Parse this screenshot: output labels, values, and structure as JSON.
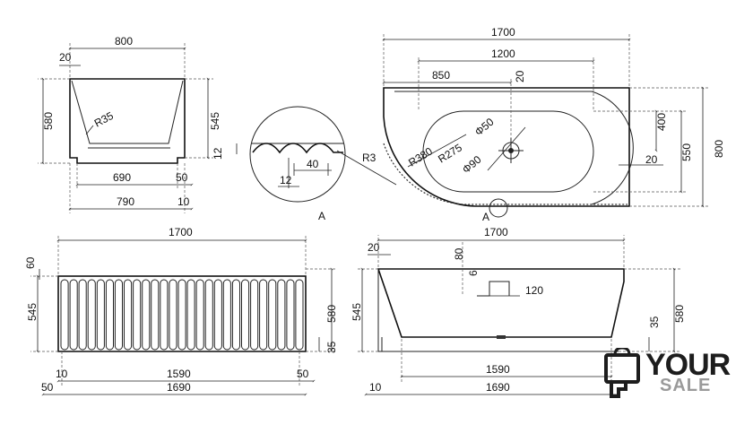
{
  "front_section": {
    "dims": [
      "800",
      "20",
      "580",
      "545",
      "R35",
      "690",
      "50",
      "790",
      "10"
    ]
  },
  "detail": {
    "dims": [
      "12",
      "R3",
      "40",
      "12"
    ],
    "label": "A"
  },
  "plan": {
    "dims": [
      "1700",
      "1200",
      "850",
      "20",
      "400",
      "550",
      "800",
      "R380",
      "R275",
      "Φ50",
      "Φ90",
      "20"
    ],
    "label": "A"
  },
  "side_elevation": {
    "dims": [
      "1700",
      "60",
      "545",
      "580",
      "35",
      "10",
      "1590",
      "50",
      "50",
      "1690"
    ]
  },
  "side_section": {
    "dims": [
      "1700",
      "20",
      "80",
      "6",
      "120",
      "545",
      "580",
      "35",
      "1590",
      "10",
      "1690"
    ]
  },
  "logo": {
    "word": "YOUR",
    "sub": "SALE",
    "icon": "shopping-bag-hand-icon",
    "colors": {
      "word": "#1d1d1d",
      "sub": "#9a9a9a"
    }
  }
}
